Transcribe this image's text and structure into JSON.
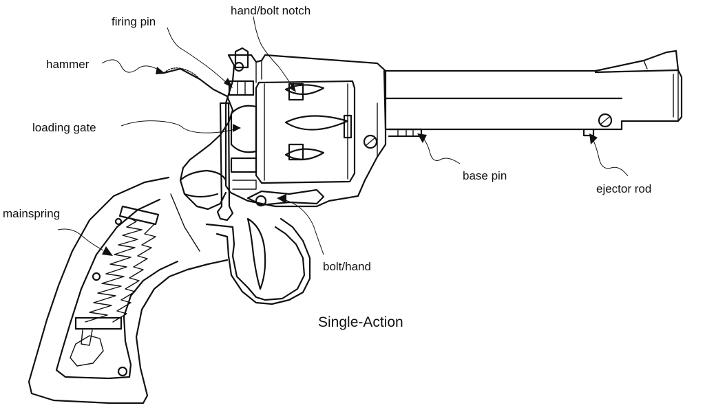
{
  "diagram": {
    "caption": "Single-Action",
    "labels": {
      "firing_pin": "firing pin",
      "hand_bolt_notch": "hand/bolt notch",
      "hammer": "hammer",
      "loading_gate": "loading gate",
      "mainspring": "mainspring",
      "base_pin": "base pin",
      "ejector_rod": "ejector rod",
      "bolt_hand": "bolt/hand"
    }
  }
}
